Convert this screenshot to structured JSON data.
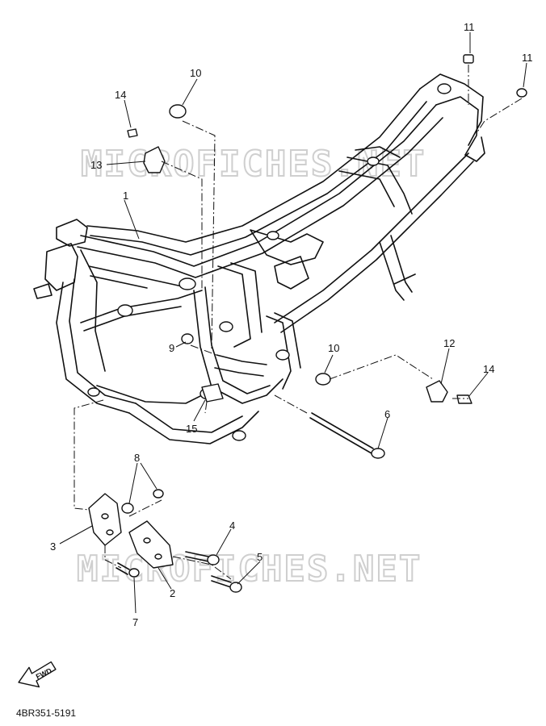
{
  "watermark": "MICROFICHES.NET",
  "part_labels": [
    "1",
    "2",
    "3",
    "4",
    "5",
    "6",
    "7",
    "8",
    "9",
    "10",
    "10",
    "11",
    "11",
    "12",
    "13",
    "14",
    "14",
    "15"
  ],
  "fwd_label": "FWD",
  "reference_code": "4BR351-5191"
}
